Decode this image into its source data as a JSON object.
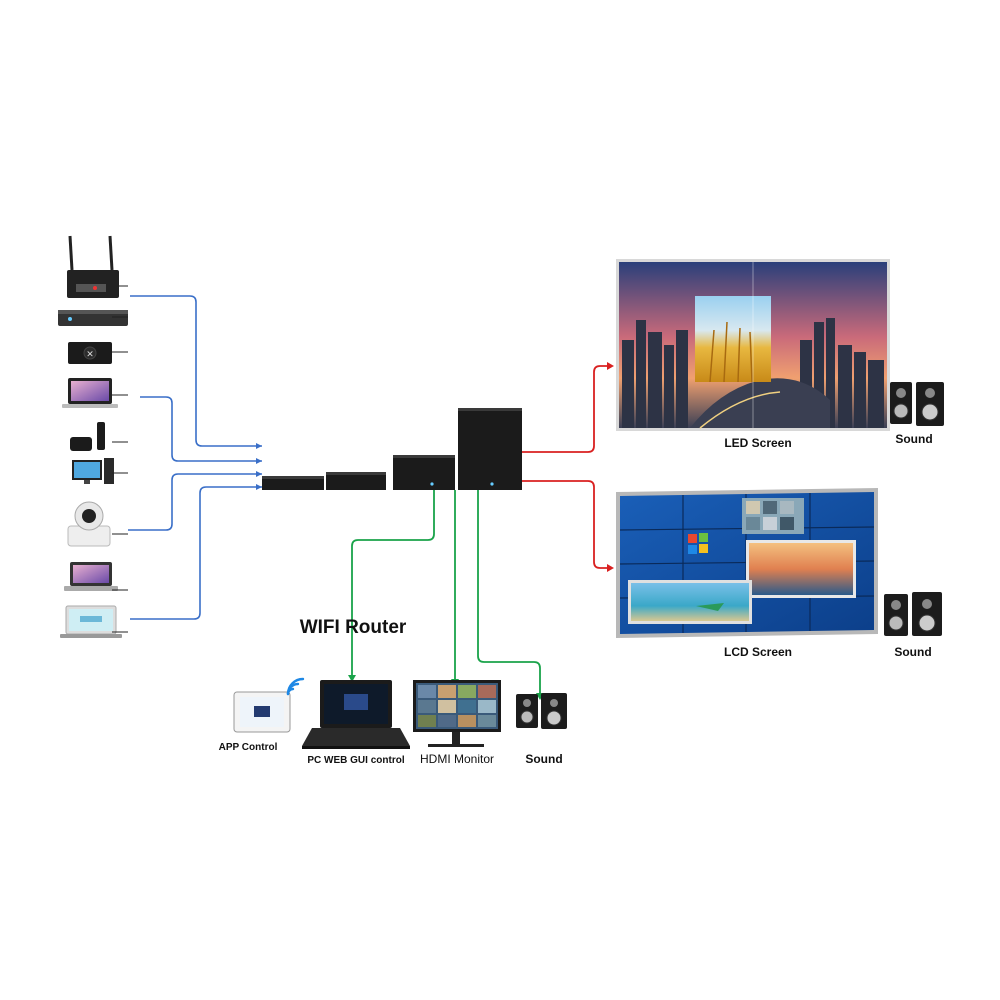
{
  "labels": {
    "led_screen": "LED Screen",
    "lcd_screen": "LCD Screen",
    "sound_led": "Sound",
    "sound_lcd": "Sound",
    "sound_bottom": "Sound",
    "wifi_router": "WIFI Router",
    "app_control": "APP Control",
    "pc_web_gui": "PC WEB GUI control",
    "hdmi_monitor": "HDMI Monitor"
  },
  "colors": {
    "input_line": "#3a6fc8",
    "output_line": "#d92020",
    "control_line": "#1aa34a",
    "device": "#1b1b1b",
    "wifi_icon": "#1e88e5"
  },
  "icons": [
    "router-icon",
    "set-top-box-icon",
    "game-console-icon",
    "laptop-icon",
    "apple-tv-icon",
    "desktop-pc-icon",
    "ptz-camera-icon",
    "laptop-icon",
    "laptop-icon",
    "processor-unit-icon",
    "led-screen-icon",
    "lcd-video-wall-icon",
    "speaker-icon",
    "tablet-icon",
    "wifi-icon",
    "hdmi-monitor-icon"
  ]
}
